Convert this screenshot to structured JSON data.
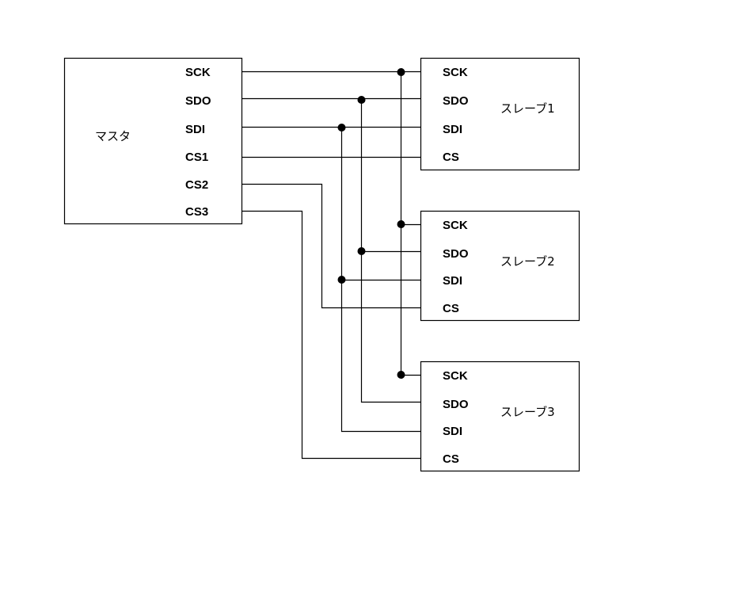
{
  "diagram": {
    "title": "SPI multi-slave bus connection",
    "master": {
      "label": "マスタ",
      "pins": [
        "SCK",
        "SDO",
        "SDI",
        "CS1",
        "CS2",
        "CS3"
      ]
    },
    "slaves": [
      {
        "label": "スレーブ1",
        "pins": [
          "SCK",
          "SDO",
          "SDI",
          "CS"
        ]
      },
      {
        "label": "スレーブ2",
        "pins": [
          "SCK",
          "SDO",
          "SDI",
          "CS"
        ]
      },
      {
        "label": "スレーブ3",
        "pins": [
          "SCK",
          "SDO",
          "SDI",
          "CS"
        ]
      }
    ],
    "connections": [
      {
        "from": "master.SCK",
        "to": [
          "slave1.SCK",
          "slave2.SCK",
          "slave3.SCK"
        ],
        "shared_bus": true
      },
      {
        "from": "master.SDO",
        "to": [
          "slave1.SDO",
          "slave2.SDO",
          "slave3.SDO"
        ],
        "shared_bus": true
      },
      {
        "from": "master.SDI",
        "to": [
          "slave1.SDI",
          "slave2.SDI",
          "slave3.SDI"
        ],
        "shared_bus": true
      },
      {
        "from": "master.CS1",
        "to": [
          "slave1.CS"
        ],
        "shared_bus": false
      },
      {
        "from": "master.CS2",
        "to": [
          "slave2.CS"
        ],
        "shared_bus": false
      },
      {
        "from": "master.CS3",
        "to": [
          "slave3.CS"
        ],
        "shared_bus": false
      }
    ],
    "colors": {
      "line": "#000000",
      "background": "#ffffff"
    }
  }
}
